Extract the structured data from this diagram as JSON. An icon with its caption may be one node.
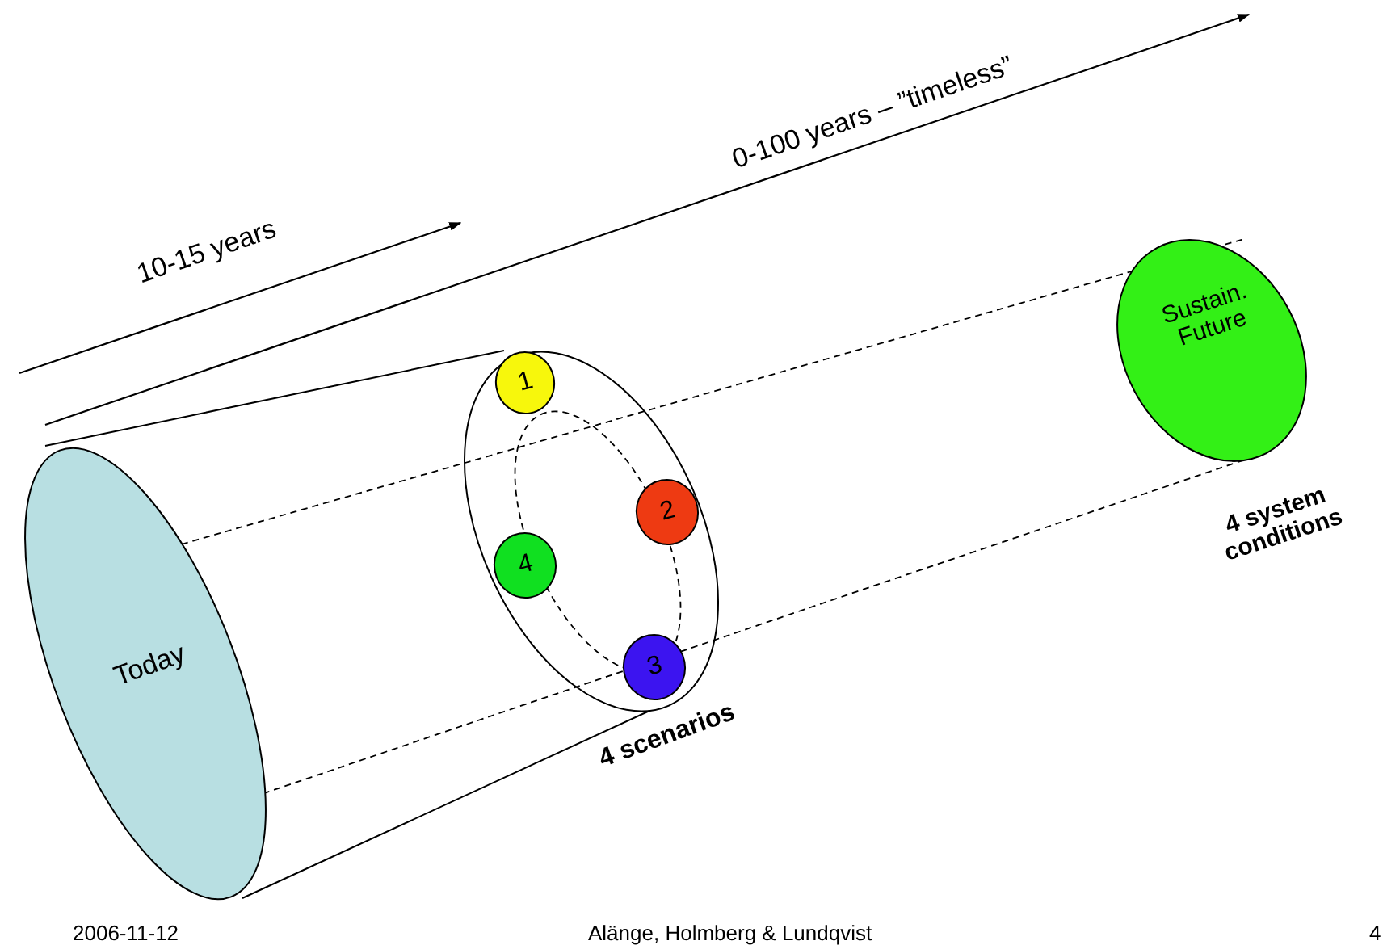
{
  "diagram": {
    "nodes": [
      {
        "text": [
          "Today"
        ]
      },
      {
        "text": [],
        "shape": "circle"
      },
      {
        "text": [
          "1"
        ],
        "in": 1
      },
      {
        "text": [
          "2"
        ],
        "in": 1
      },
      {
        "text": [
          "4"
        ],
        "in": 1
      },
      {
        "text": [
          "3"
        ],
        "in": 1
      },
      {
        "text": [
          "Sustain. Future"
        ]
      }
    ],
    "labels": [
      "0-100 years – ”timeless”",
      "10-15 years",
      "4 system conditions",
      "4 scenarios",
      "2006-11-12",
      "Alänge, Holmberg & Lundqvist",
      "4"
    ]
  }
}
